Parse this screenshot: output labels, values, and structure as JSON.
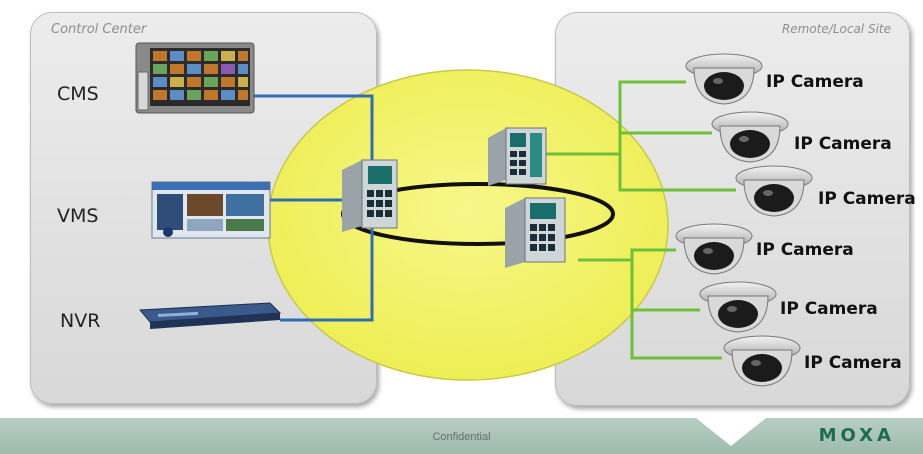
{
  "control_center": {
    "title": "Control Center",
    "devices": [
      {
        "label": "CMS"
      },
      {
        "label": "VMS"
      },
      {
        "label": "NVR"
      }
    ]
  },
  "remote_site": {
    "title": "Remote/Local Site",
    "cameras": [
      {
        "label": "IP Camera"
      },
      {
        "label": "IP Camera"
      },
      {
        "label": "IP Camera"
      },
      {
        "label": "IP Camera"
      },
      {
        "label": "IP Camera"
      },
      {
        "label": "IP Camera"
      }
    ]
  },
  "footer": {
    "text": "Confidential",
    "logo": "MOXA"
  },
  "colors": {
    "ring": "#f2f267",
    "control_link": "#2d6fb5",
    "camera_link": "#6fbf3a",
    "switch_body": "#cfd6d8",
    "logo": "#1f6b52"
  },
  "icons": [
    "monitor-wall-icon",
    "video-management-icon",
    "nvr-device-icon",
    "ethernet-switch-icon",
    "dome-camera-icon"
  ]
}
